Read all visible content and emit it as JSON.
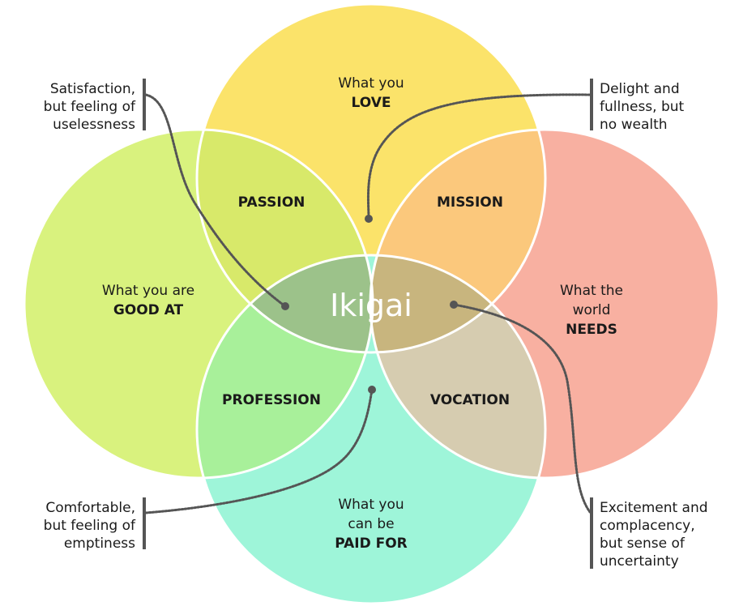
{
  "colors": {
    "love": "#fbe36a",
    "good_at": "#d9f27e",
    "needs": "#f8b0a1",
    "paid_for": "#9ef5d9",
    "passion": "#d8e96a",
    "mission": "#fbc87c",
    "profession": "#a8f09a",
    "vocation": "#d6ccb0",
    "love_needs": "#c8b57e",
    "good_love": "#a4cc7e",
    "needs_paid": "#d1a77a",
    "good_paid": "#9cc28a",
    "ikigai": "#5f7a55",
    "stroke": "#ffffff",
    "connector": "#555555"
  },
  "circles": {
    "love": {
      "line1": "What you",
      "line2": "LOVE"
    },
    "good_at": {
      "line1": "What you are",
      "line2": "GOOD AT"
    },
    "needs": {
      "line1": "What the",
      "line2": "world",
      "line3": "NEEDS"
    },
    "paid_for": {
      "line1": "What you",
      "line2": "can be",
      "line3": "PAID FOR"
    }
  },
  "zones": {
    "passion": "PASSION",
    "mission": "MISSION",
    "profession": "PROFESSION",
    "vocation": "VOCATION",
    "ikigai": "Ikigai"
  },
  "annotations": {
    "top_left": [
      "Satisfaction,",
      "but feeling of",
      "uselessness"
    ],
    "top_right": [
      "Delight and",
      "fullness, but",
      "no wealth"
    ],
    "bottom_left": [
      "Comfortable,",
      "but feeling of",
      "emptiness"
    ],
    "bottom_right": [
      "Excitement and",
      "complacency,",
      "but sense of",
      "uncertainty"
    ]
  }
}
